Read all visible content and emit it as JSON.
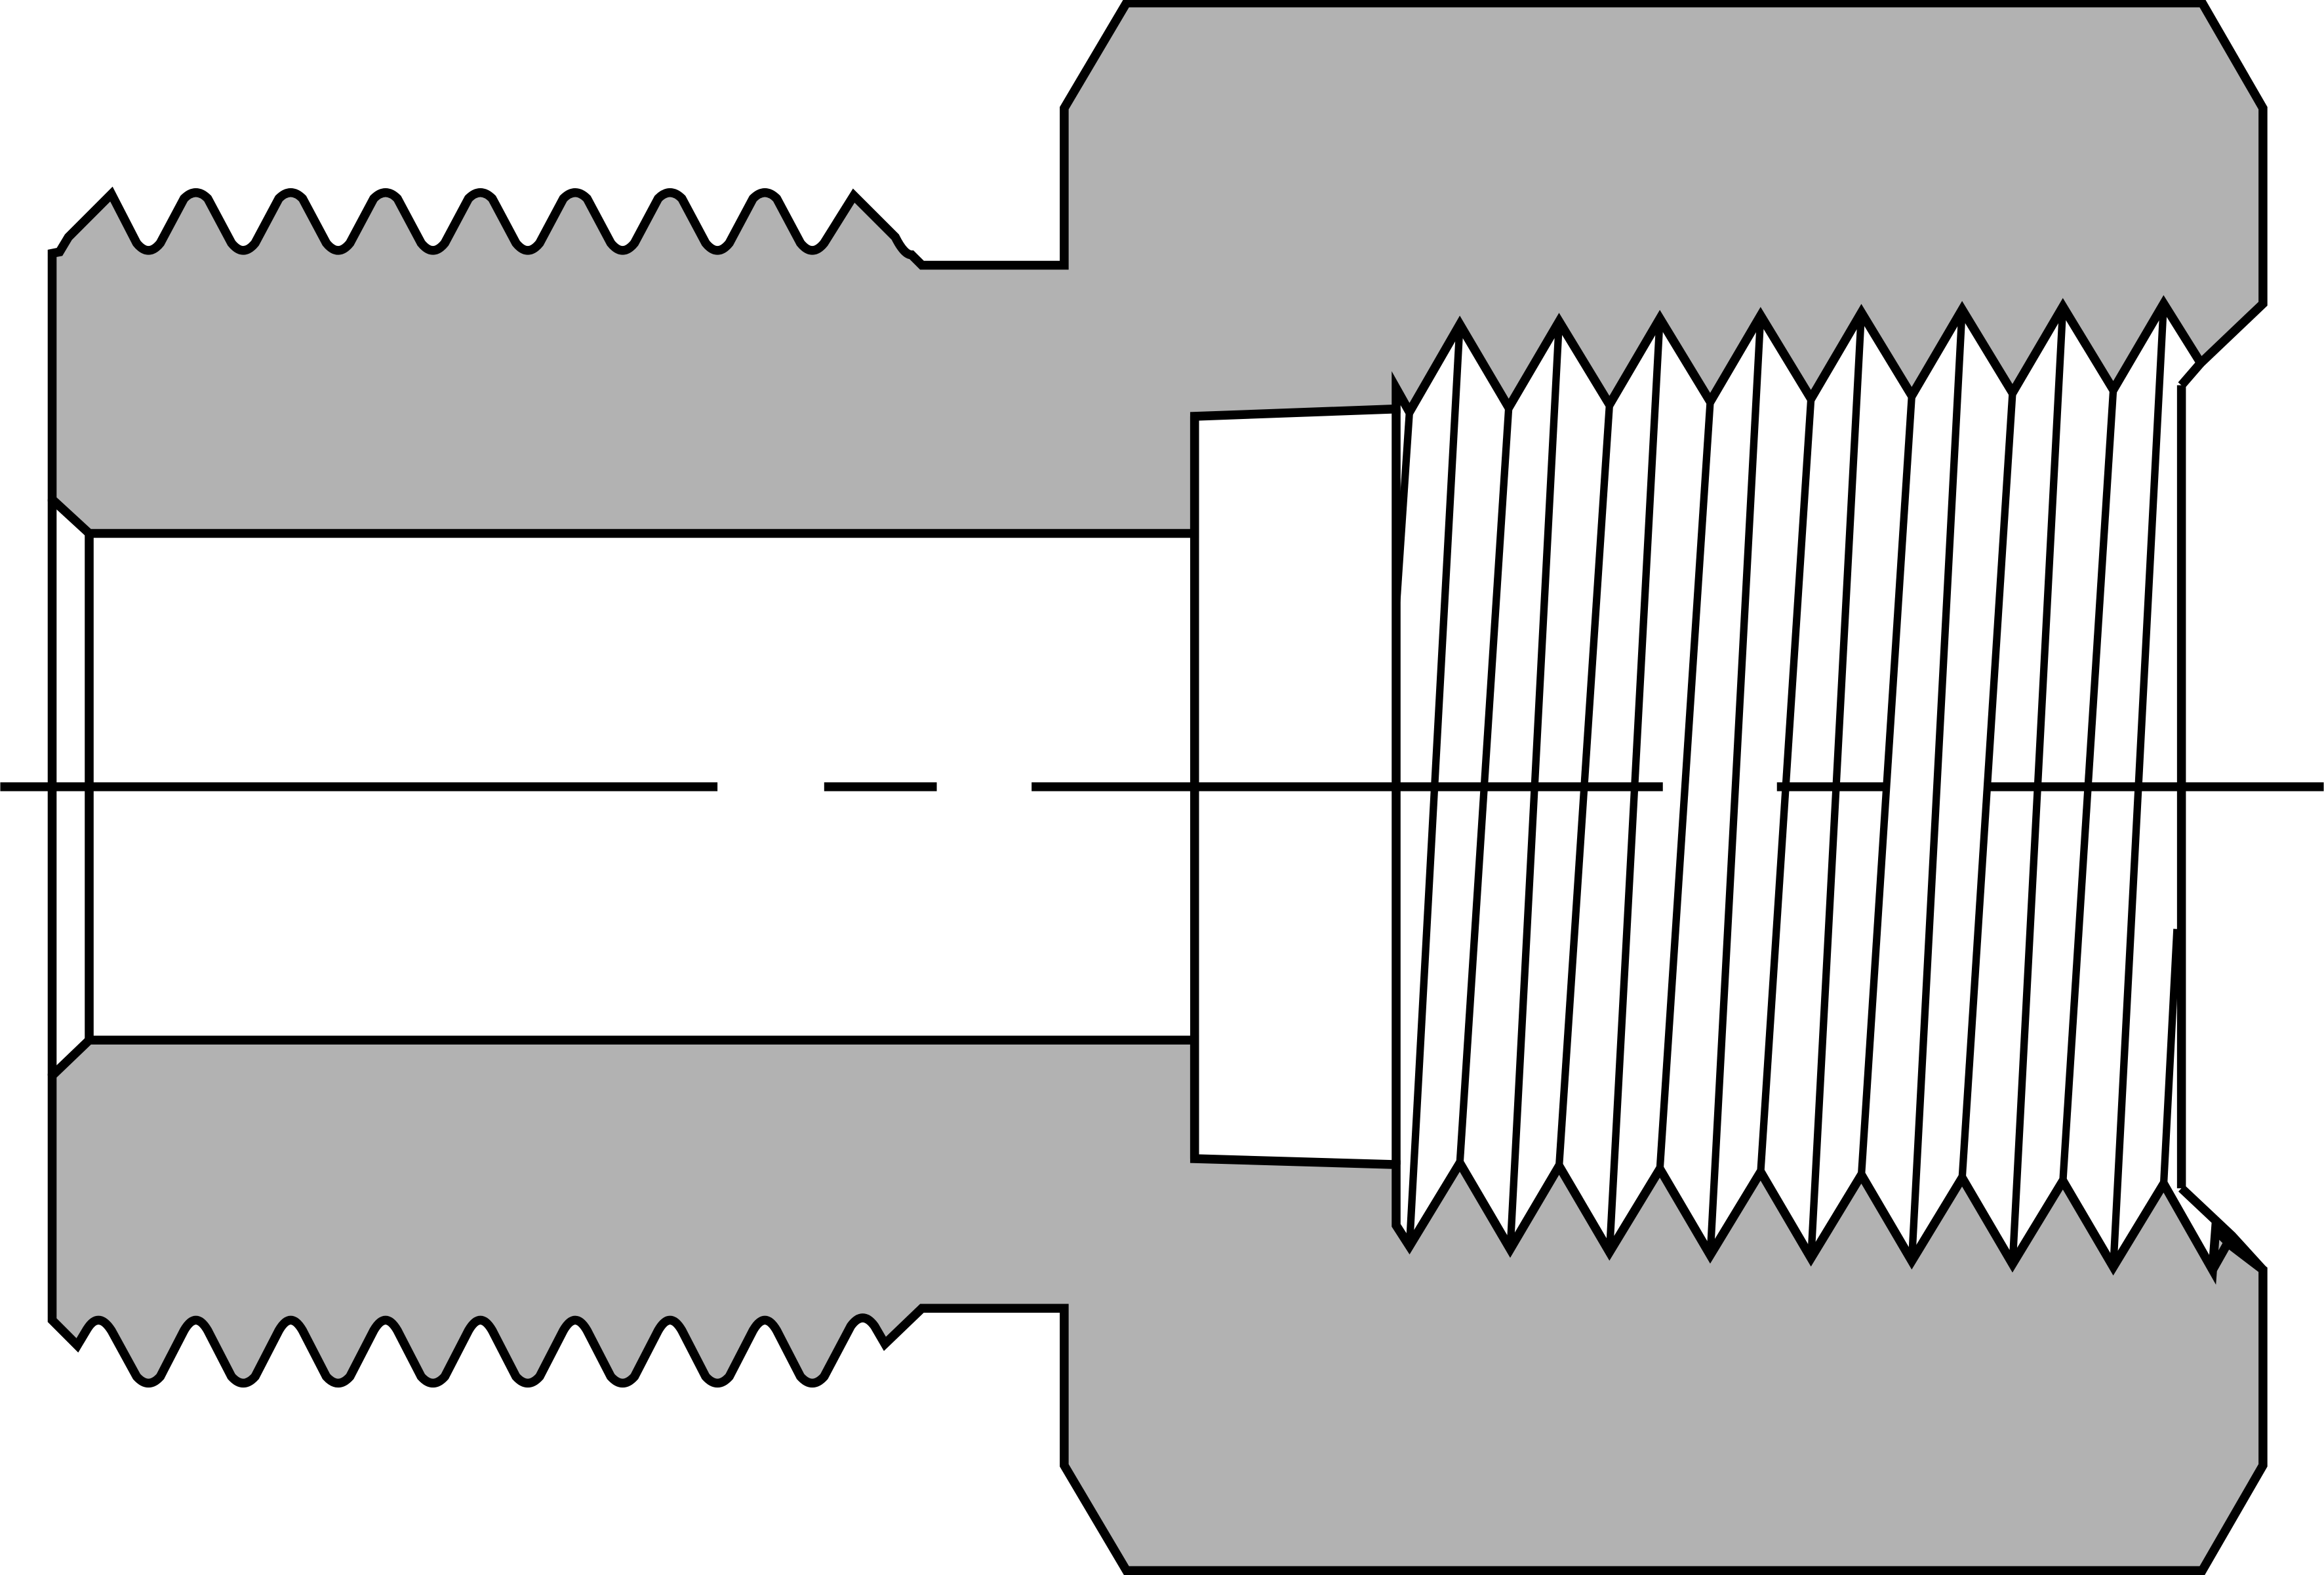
{
  "drawing": {
    "subject": "",
    "colors": {
      "body": "#b2b2b2",
      "line": "#000000",
      "background": "#ffffff"
    },
    "components": [
      "male-threaded-end",
      "hex-body",
      "through-bore",
      "counterbore",
      "female-threaded-port",
      "center-axis"
    ]
  }
}
